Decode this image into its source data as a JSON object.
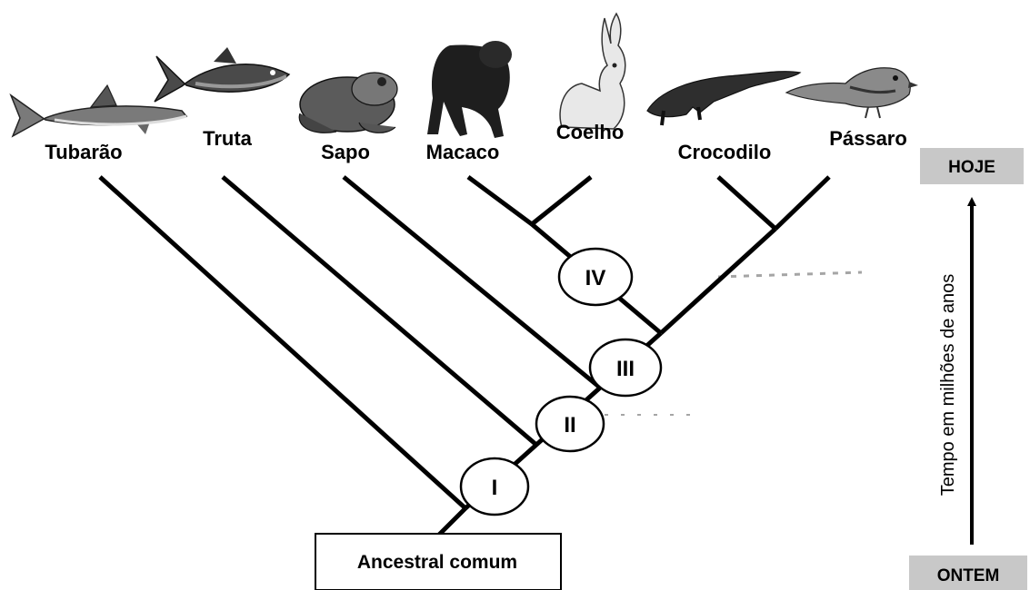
{
  "taxa": [
    {
      "name": "Tubarão",
      "icon": "shark-icon"
    },
    {
      "name": "Truta",
      "icon": "tuna-fish-icon"
    },
    {
      "name": "Sapo",
      "icon": "frog-icon"
    },
    {
      "name": "Macaco",
      "icon": "chimpanzee-icon"
    },
    {
      "name": "Coelho",
      "icon": "rabbit-icon"
    },
    {
      "name": "Crocodilo",
      "icon": "crocodile-icon"
    },
    {
      "name": "Pássaro",
      "icon": "sparrow-icon"
    }
  ],
  "nodes": [
    {
      "label": "I"
    },
    {
      "label": "II"
    },
    {
      "label": "III"
    },
    {
      "label": "IV"
    }
  ],
  "ancestor": {
    "label": "Ancestral comum"
  },
  "time_axis": {
    "top_label": "HOJE",
    "bottom_label": "ONTEM",
    "axis_label": "Tempo em milhões de anos"
  },
  "colors": {
    "ink": "#000000",
    "time_box": "#c8c8c8",
    "background": "#ffffff"
  }
}
